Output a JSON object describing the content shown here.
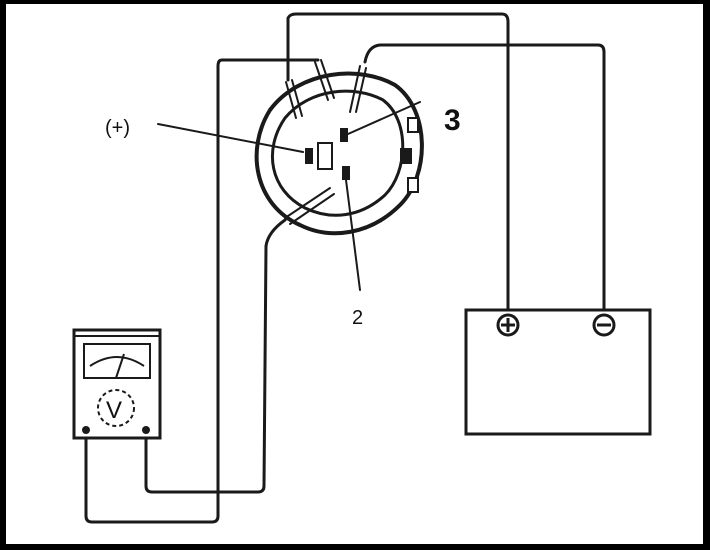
{
  "labels": {
    "positive_terminal": "(+)",
    "terminal_3": "3",
    "terminal_2": "2",
    "voltmeter_symbol": "V"
  },
  "battery": {
    "plus_symbol": "⊕",
    "minus_symbol": "⊖"
  },
  "colors": {
    "background_frame": "#000000",
    "paper": "#ffffff",
    "ink": "#1a1a1a"
  }
}
